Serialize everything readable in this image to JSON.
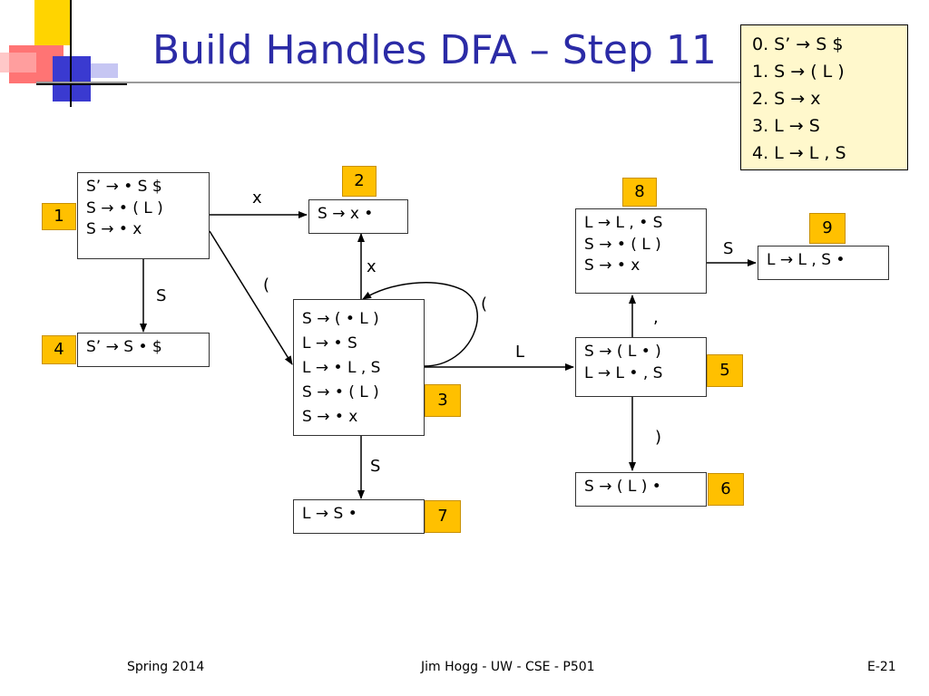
{
  "slide": {
    "title": "Build Handles DFA – Step 11",
    "footer_left": "Spring 2014",
    "footer_center": "Jim Hogg - UW - CSE - P501",
    "footer_right": "E-21"
  },
  "grammar": [
    "0.  S’ → S $",
    "1.  S →  ( L )",
    "2.  S →  x",
    "3.  L →  S",
    "4.  L →  L , S"
  ],
  "states": {
    "s1": {
      "number": "1",
      "items": [
        "S’ → • S $",
        "S  → • ( L )",
        "S  → • x"
      ]
    },
    "s2": {
      "number": "2",
      "items": [
        "S → x •"
      ]
    },
    "s3": {
      "number": "3",
      "items": [
        "S → ( • L )",
        "L → • S",
        "L → • L , S",
        "S → • ( L )",
        "S → • x"
      ]
    },
    "s4": {
      "number": "4",
      "items": [
        "S’ → S • $"
      ]
    },
    "s5": {
      "number": "5",
      "items": [
        "S → ( L • )",
        "L → L • , S"
      ]
    },
    "s6": {
      "number": "6",
      "items": [
        "S → ( L ) •"
      ]
    },
    "s7": {
      "number": "7",
      "items": [
        "L → S •"
      ]
    },
    "s8": {
      "number": "8",
      "items": [
        "L → L , • S",
        "S → • ( L )",
        "S → • x"
      ]
    },
    "s9": {
      "number": "9",
      "items": [
        "L → L , S •"
      ]
    }
  },
  "edges": {
    "e_1_2": "x",
    "e_1_3": "(",
    "e_1_4": "S",
    "e_3_2": "x",
    "e_3_3": "(",
    "e_3_5": "L",
    "e_3_7": "S",
    "e_5_6": ")",
    "e_5_8": ",",
    "e_8_9": "S"
  },
  "colors": {
    "title": "#2b2ba6",
    "state_number_bg": "#ffc000",
    "grammar_bg": "#fff8cc"
  }
}
